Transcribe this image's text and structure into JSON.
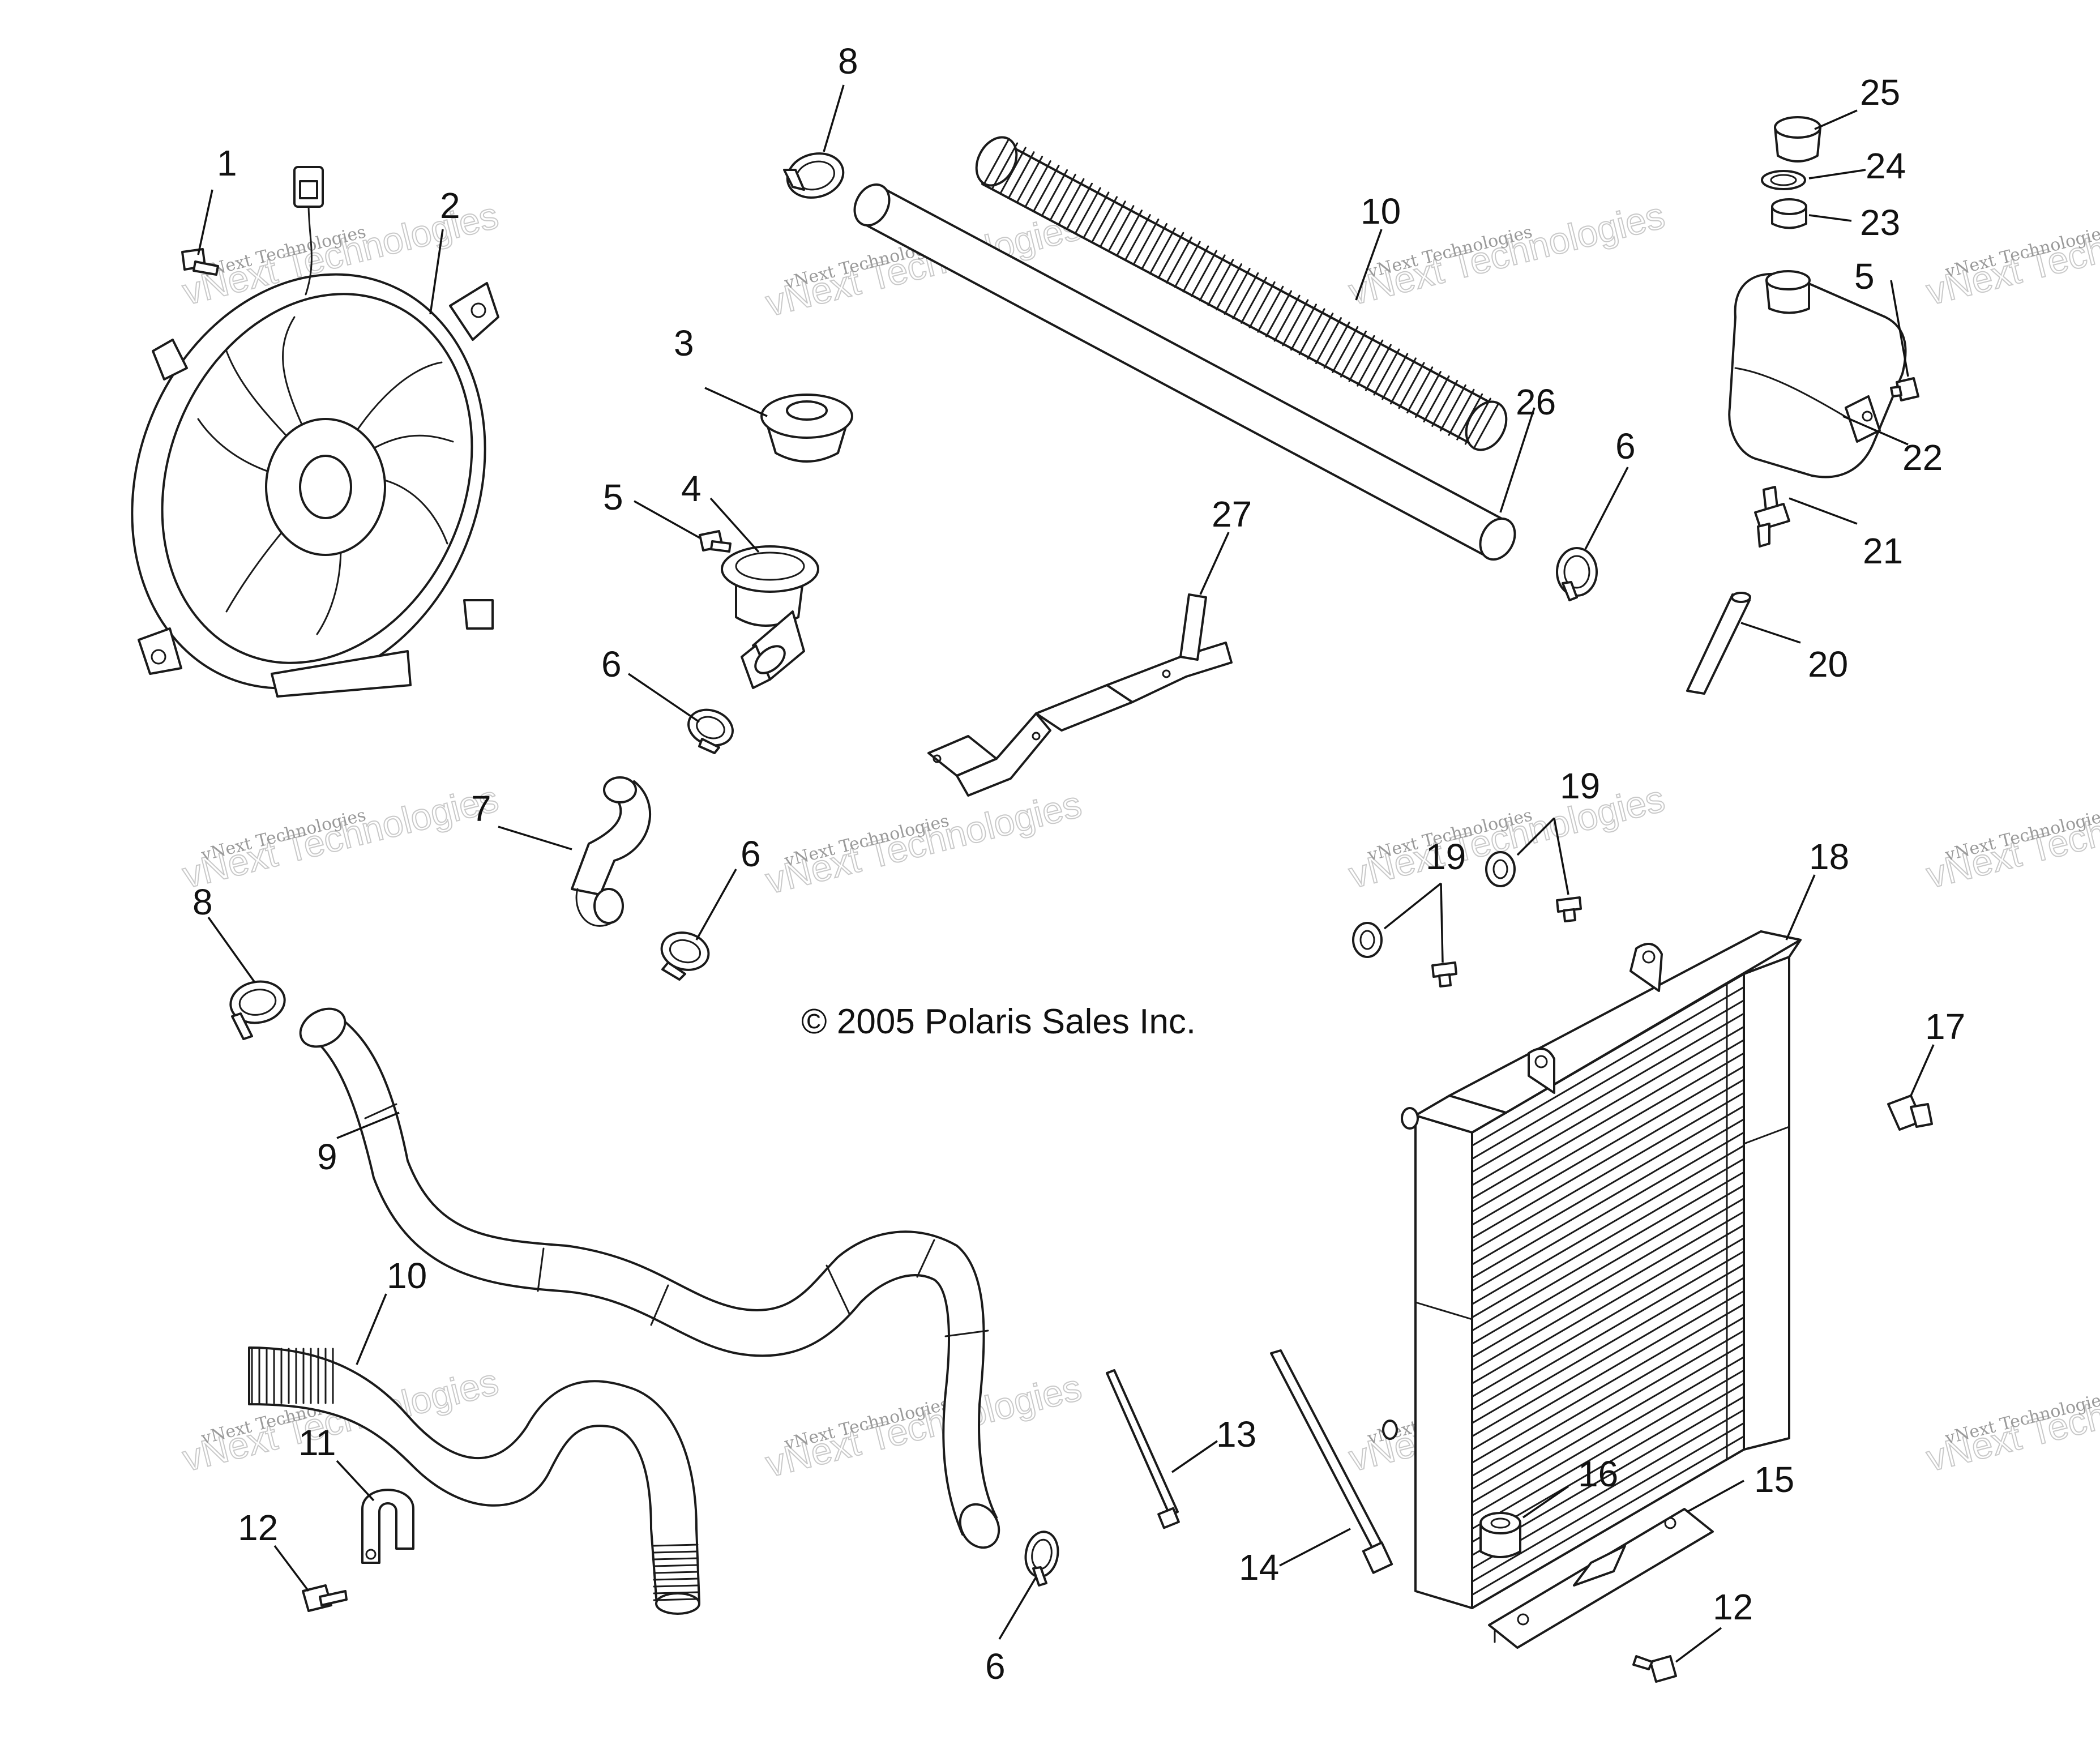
{
  "copyright": "© 2005 Polaris Sales Inc.",
  "watermark": {
    "line1": "vNext Technologies",
    "line2": "vNext Technologies"
  },
  "callouts": {
    "c1": "1",
    "c2": "2",
    "c3": "3",
    "c4": "4",
    "c5a": "5",
    "c5b": "5",
    "c6a": "6",
    "c6b": "6",
    "c6c": "6",
    "c6d": "6",
    "c7": "7",
    "c8a": "8",
    "c8b": "8",
    "c9": "9",
    "c10a": "10",
    "c10b": "10",
    "c11": "11",
    "c12a": "12",
    "c12b": "12",
    "c13": "13",
    "c14": "14",
    "c15": "15",
    "c16": "16",
    "c17": "17",
    "c18": "18",
    "c19a": "19",
    "c19b": "19",
    "c20": "20",
    "c21": "21",
    "c22": "22",
    "c23": "23",
    "c24": "24",
    "c25": "25",
    "c26": "26",
    "c27": "27"
  }
}
